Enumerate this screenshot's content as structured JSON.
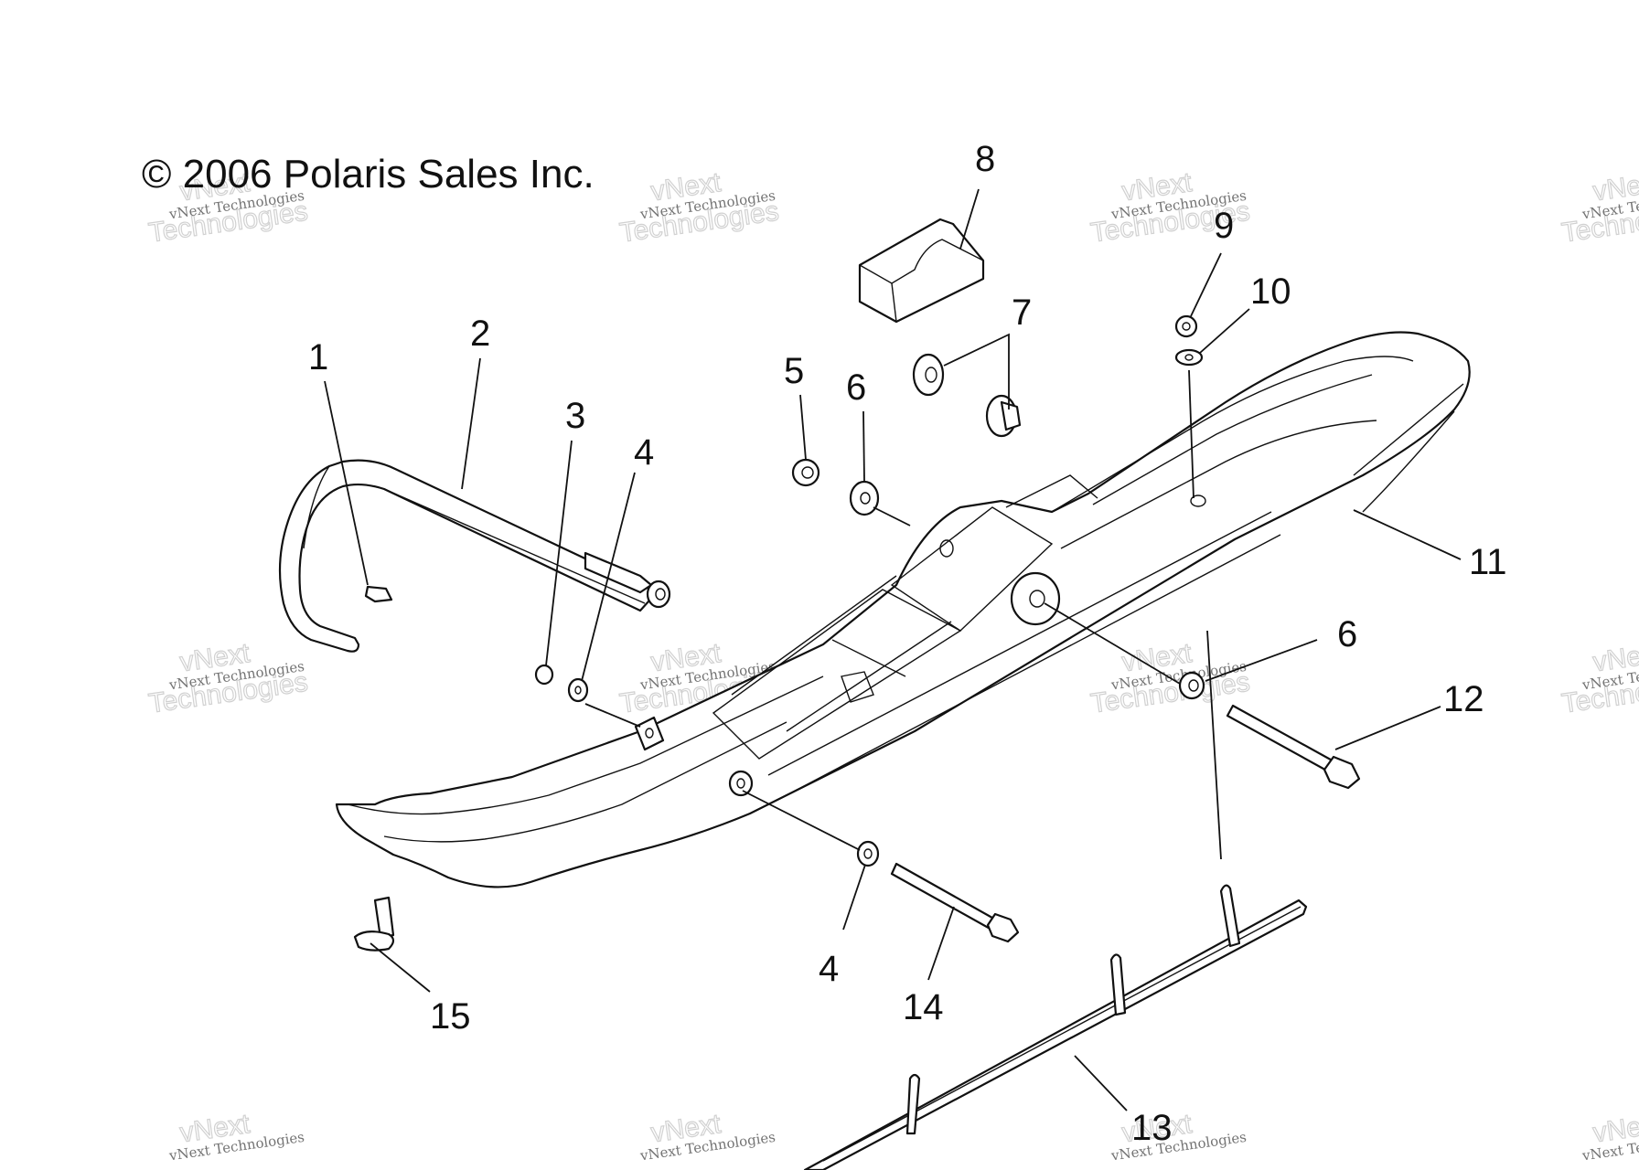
{
  "copyright": "© 2006 Polaris Sales Inc.",
  "watermark": {
    "line1": "vNext Technologies",
    "line2": "vNext",
    "line3": "Technologies"
  },
  "callouts": {
    "c1": "1",
    "c2": "2",
    "c3": "3",
    "c4a": "4",
    "c4b": "4",
    "c5": "5",
    "c6a": "6",
    "c6b": "6",
    "c7": "7",
    "c8": "8",
    "c9": "9",
    "c10": "10",
    "c11": "11",
    "c12": "12",
    "c13": "13",
    "c14": "14",
    "c15": "15"
  }
}
